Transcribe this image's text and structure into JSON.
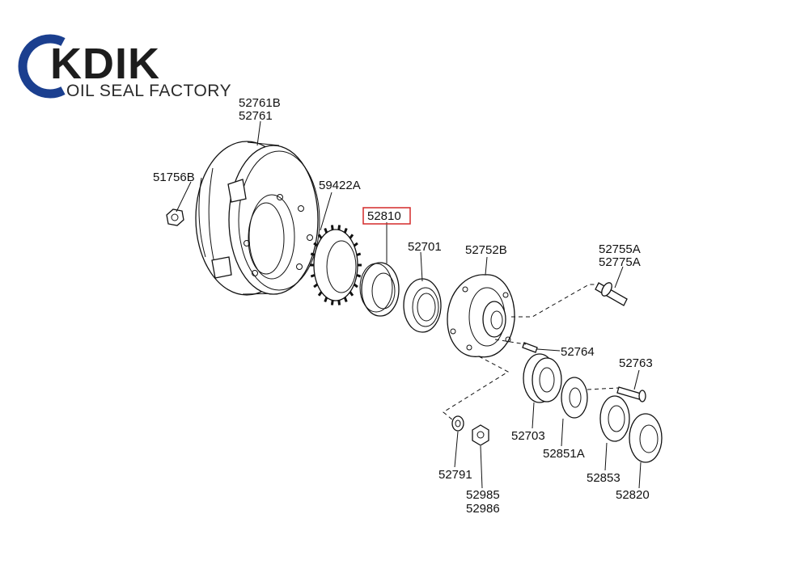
{
  "logo": {
    "brand": "KDIK",
    "tagline": "OIL SEAL FACTORY",
    "accent_color": "#1b3f8f"
  },
  "parts": {
    "p52761B": "52761B",
    "p52761": "52761",
    "p51756B": "51756B",
    "p59422A": "59422A",
    "p52810": "52810",
    "p52701": "52701",
    "p52752B": "52752B",
    "p52755A": "52755A",
    "p52775A": "52775A",
    "p52764": "52764",
    "p52763": "52763",
    "p52703": "52703",
    "p52851A": "52851A",
    "p52853": "52853",
    "p52820": "52820",
    "p52791": "52791",
    "p52985": "52985",
    "p52986": "52986"
  },
  "highlight": {
    "part": "52810",
    "color": "#d42a2a"
  }
}
